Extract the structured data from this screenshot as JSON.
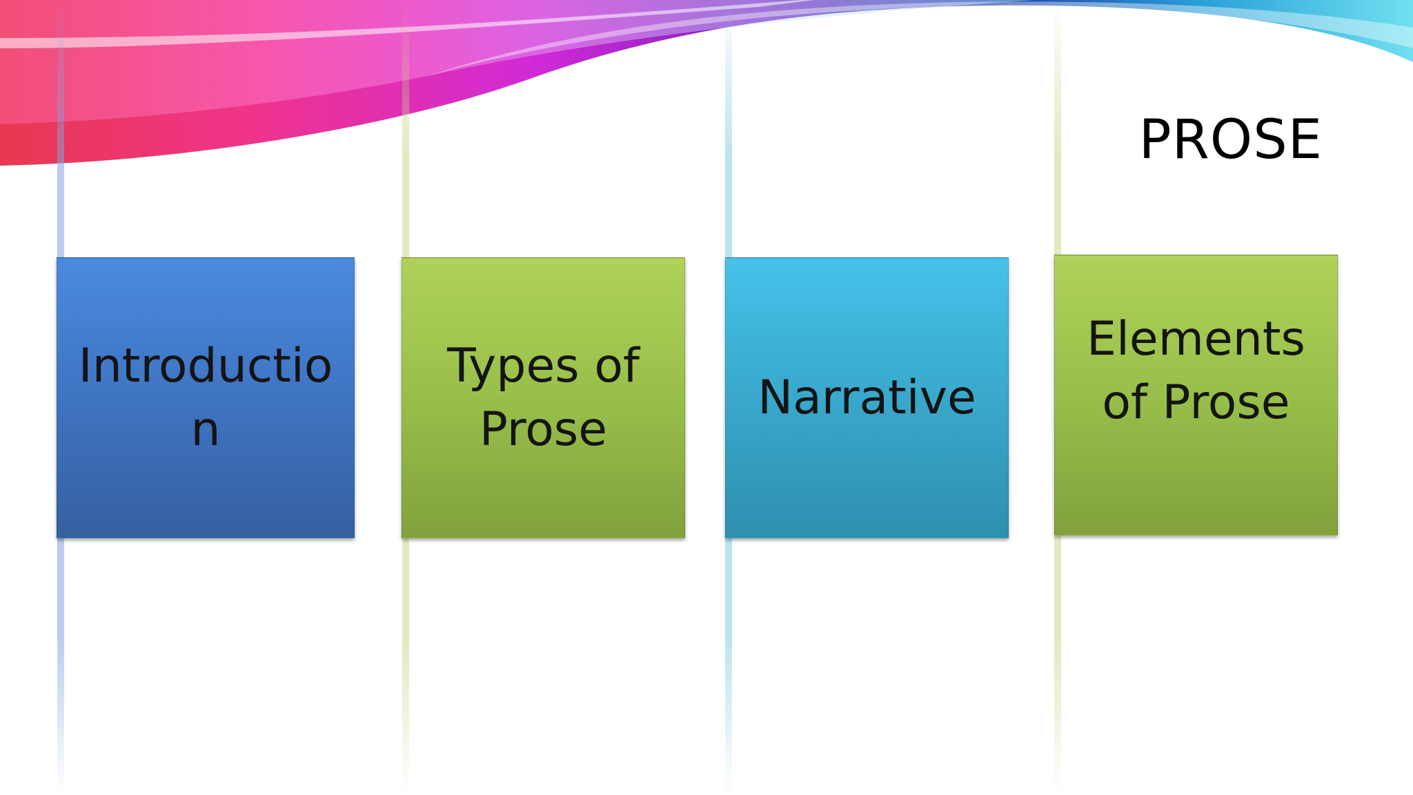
{
  "slide": {
    "title": "PROSE",
    "items": [
      {
        "label": "Introduction",
        "color": "#3f74c2"
      },
      {
        "label": "Types of Prose",
        "color": "#98bf4a"
      },
      {
        "label": "Narrative",
        "color": "#39a8cc"
      },
      {
        "label": "Elements of Prose",
        "color": "#98bf4a"
      }
    ]
  }
}
